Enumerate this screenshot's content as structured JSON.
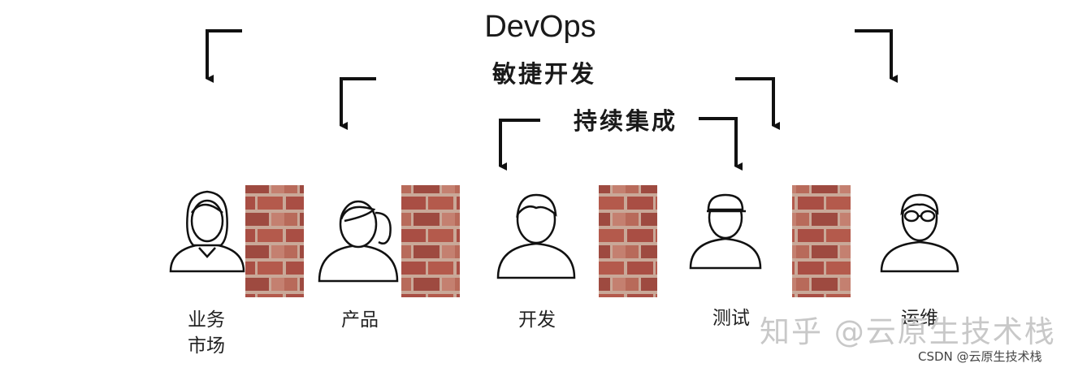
{
  "title": "DevOps",
  "phases": {
    "agile": "敏捷开发",
    "ci": "持续集成"
  },
  "roles": [
    {
      "line1": "业务",
      "line2": "市场"
    },
    {
      "line1": "产品",
      "line2": ""
    },
    {
      "line1": "开发",
      "line2": ""
    },
    {
      "line1": "测试",
      "line2": ""
    },
    {
      "line1": "运维",
      "line2": ""
    }
  ],
  "watermarks": {
    "zhihu": "知乎 @云原生技术栈",
    "csdn": "CSDN @云原生技术栈"
  },
  "colors": {
    "brick": "#a94e44",
    "mortar": "#c9a898",
    "line": "#111111"
  }
}
